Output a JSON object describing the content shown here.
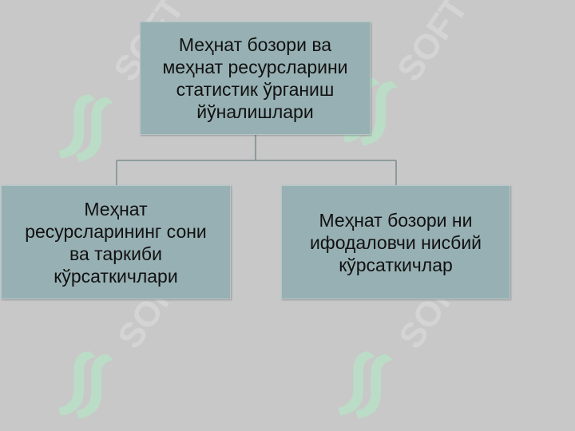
{
  "diagram": {
    "top": {
      "label": "Меҳнат бозори ва\nмеҳнат ресурсларини\nстатистик ўрганиш\nйўналишлари"
    },
    "children": [
      {
        "label": "Меҳнат\nресурсларининг сони\nва таркиби\nкўрсаткичлари"
      },
      {
        "label": "Меҳнат бозори ни\nифодаловчи нисбий\nкўрсаткичлар"
      }
    ]
  },
  "watermark": {
    "text": "SOFT"
  },
  "colors": {
    "background": "#c8c8c8",
    "box": "#97b0b3",
    "connector": "#7a8c8e",
    "watermark": "#b9e0c6"
  }
}
